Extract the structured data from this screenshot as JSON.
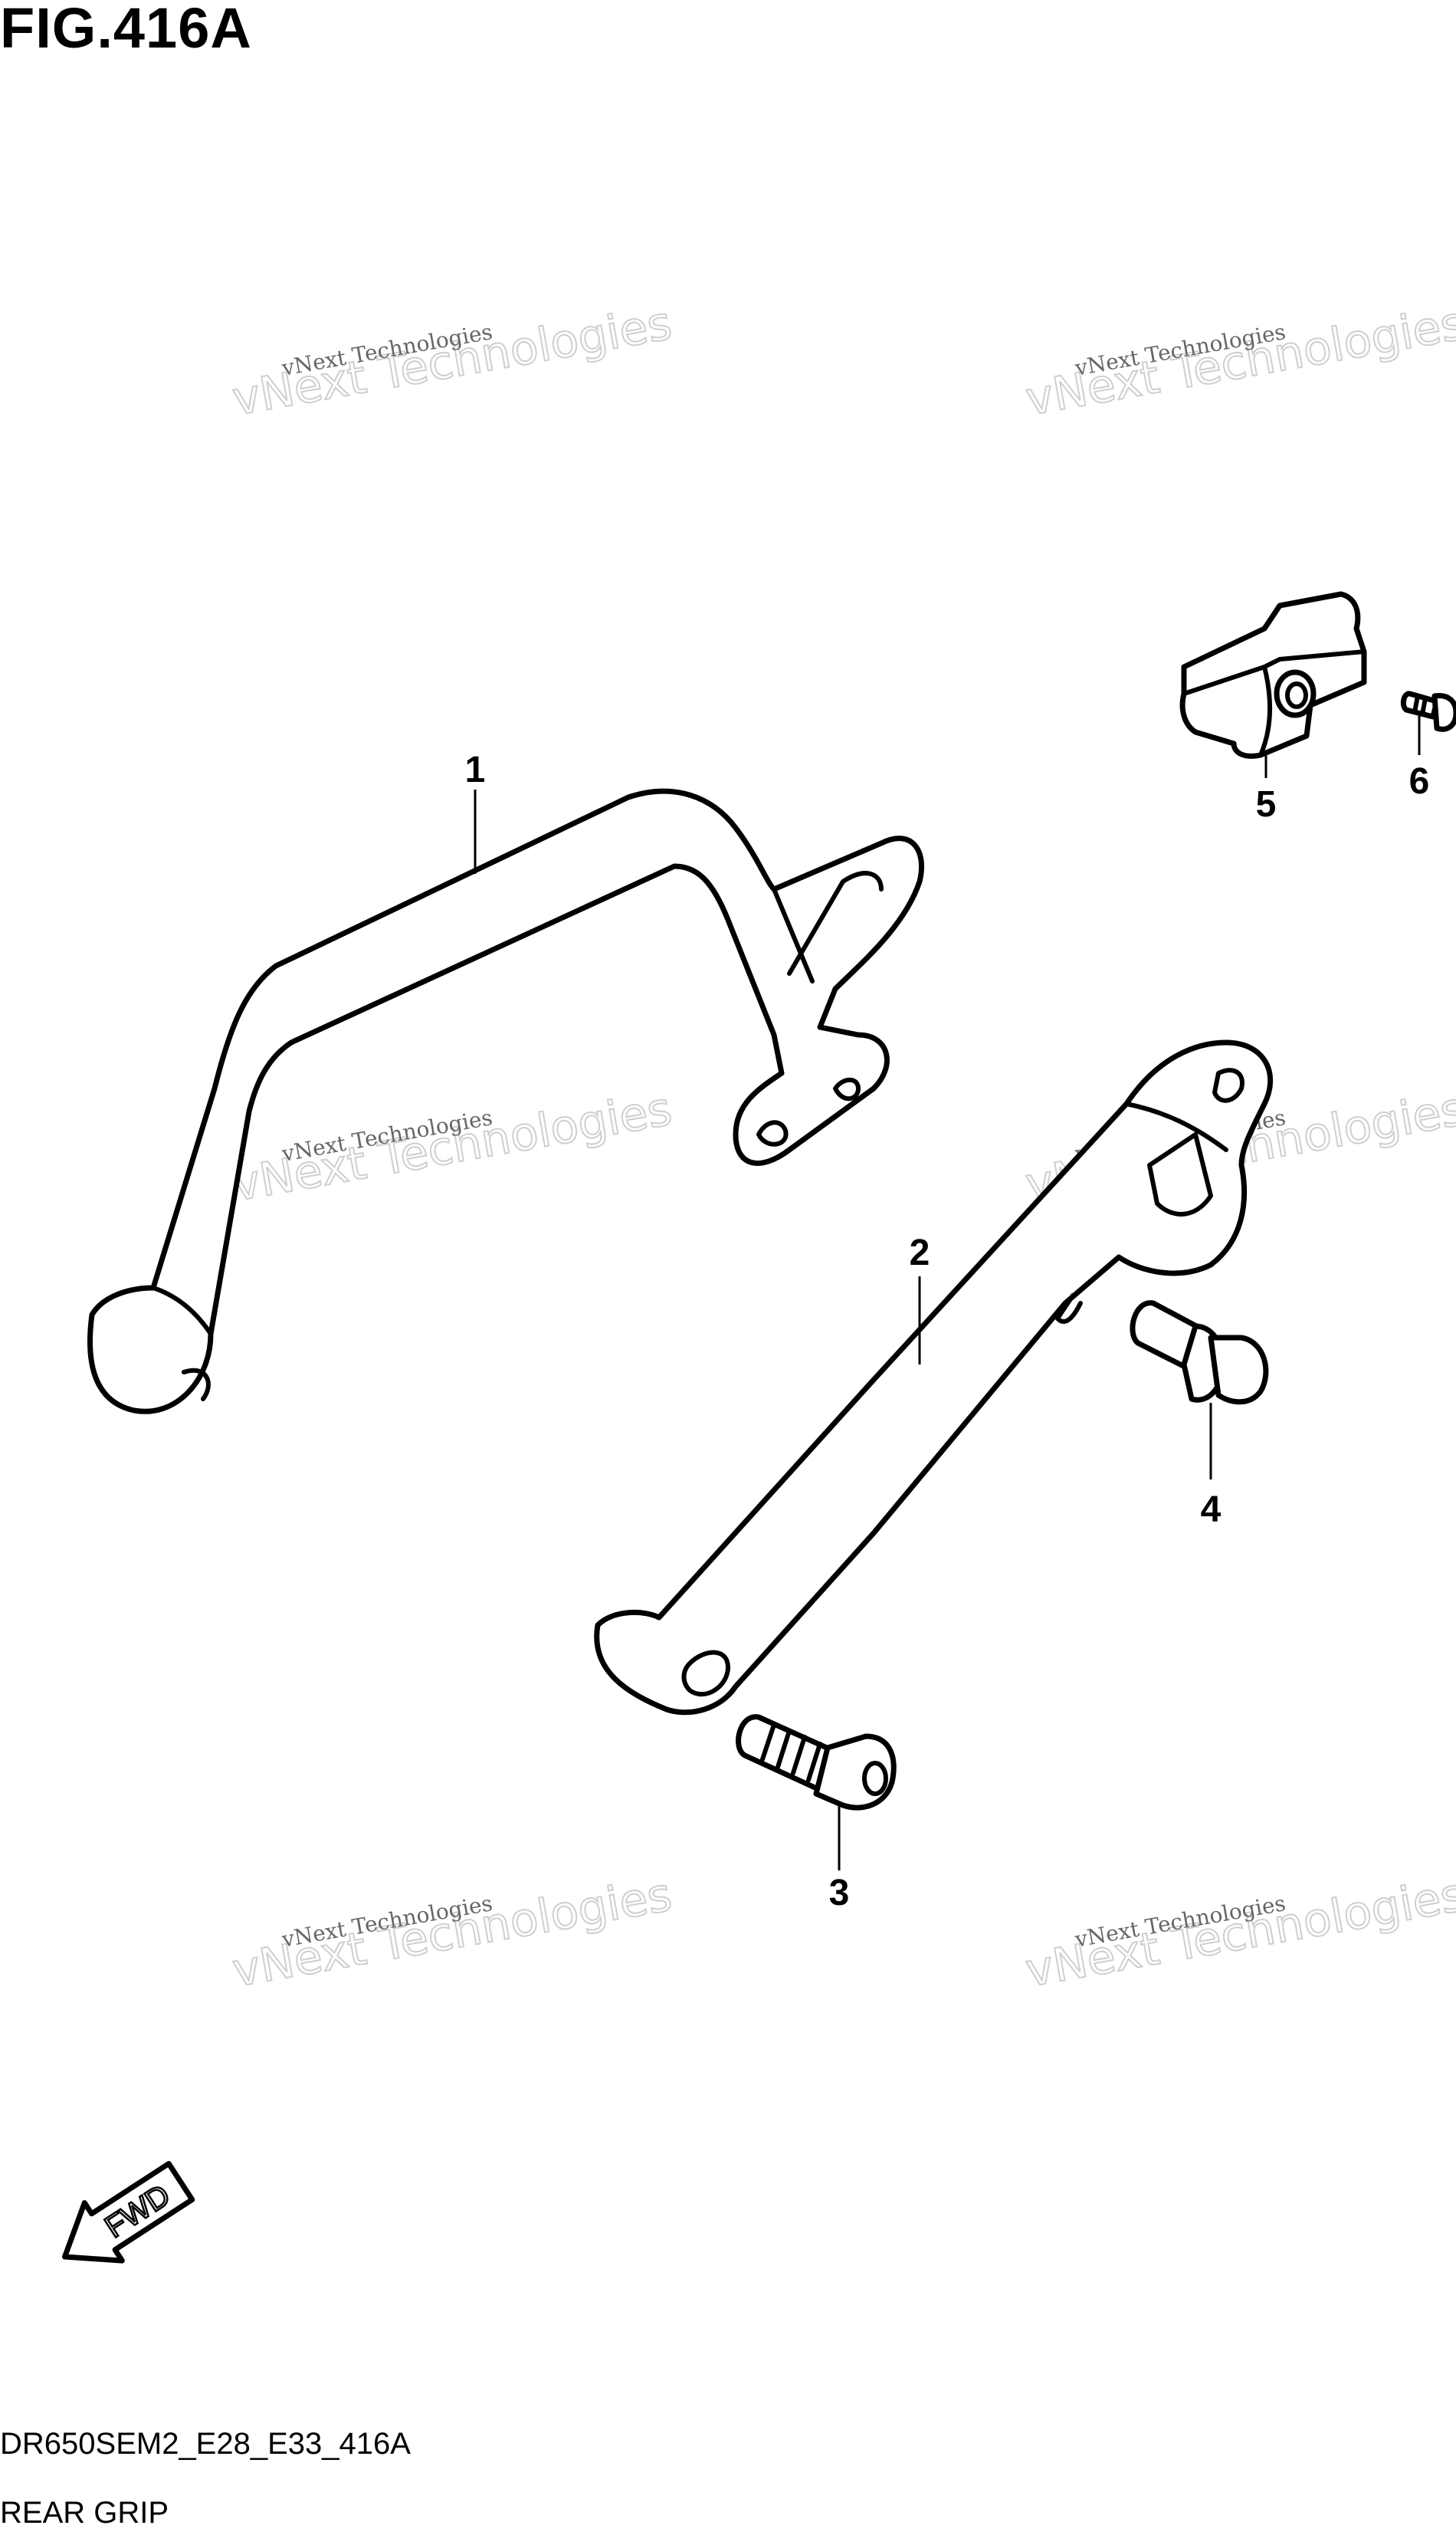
{
  "header": {
    "figure_title": "FIG.416A"
  },
  "footer": {
    "diagram_code": "DR650SEM2_E28_E33_416A",
    "diagram_name": "REAR GRIP"
  },
  "callouts": [
    "1",
    "2",
    "3",
    "4",
    "5",
    "6"
  ],
  "watermark": {
    "line1": "vNext Technologies",
    "line2": "vNext Technologies"
  },
  "direction_marker": {
    "label": "FWD"
  }
}
